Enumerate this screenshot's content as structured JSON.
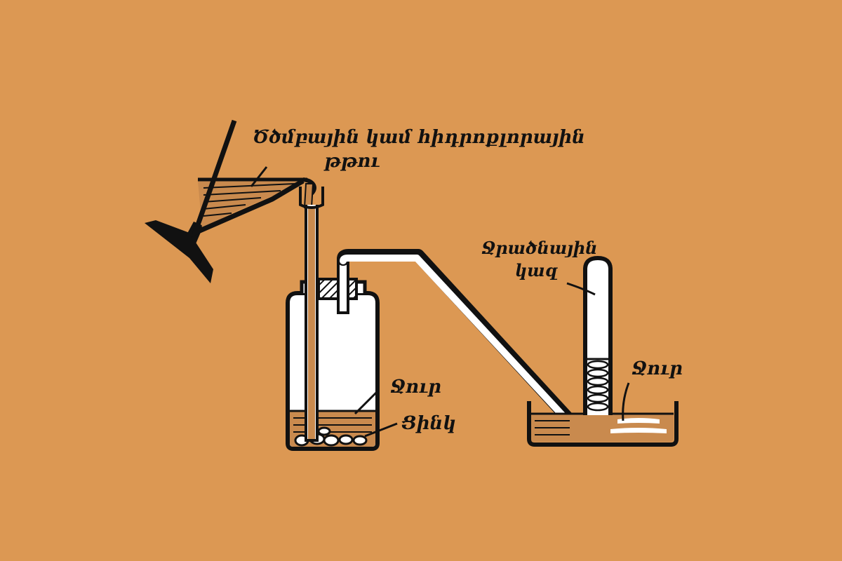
{
  "colors": {
    "background": "#DC9853",
    "ink": "#111111",
    "liquid": "#C98A4E",
    "glass": "#FFFFFF"
  },
  "labels": {
    "acid": "Ծծմբային կամ հիդրոքլորային",
    "acid_line2": "թթու",
    "gas": "Ջրածնային",
    "gas_line2": "կազ",
    "water_flask": "Ջուր",
    "zinc": "Ցինկ",
    "water_basin": "Ջուր"
  }
}
